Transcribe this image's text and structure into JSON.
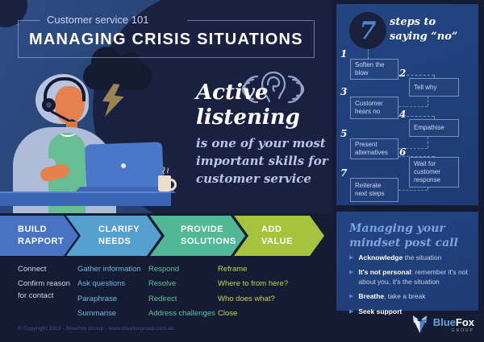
{
  "header": {
    "kicker": "Customer service 101",
    "title": "MANAGING CRISIS SITUATIONS"
  },
  "hero": {
    "headline_line1": "Active",
    "headline_line2": "listening",
    "subline1": "is one of your most",
    "subline2": "important skills for",
    "subline3": "customer service"
  },
  "steps_panel": {
    "big_number": "7",
    "heading_line1": "steps to",
    "heading_line2": "saying “no”",
    "steps": [
      {
        "num": "1",
        "label": "Soften the blow"
      },
      {
        "num": "2",
        "label": "Tell why"
      },
      {
        "num": "3",
        "label": "Customer hears no"
      },
      {
        "num": "4",
        "label": "Empathise"
      },
      {
        "num": "5",
        "label": "Present alternatives"
      },
      {
        "num": "6",
        "label": "Wait for customer response"
      },
      {
        "num": "7",
        "label": "Reiterate next steps"
      }
    ]
  },
  "process": {
    "stages": [
      {
        "label_line1": "BUILD",
        "label_line2": "RAPPORT",
        "color": "#4a72c3",
        "items": [
          "Connect",
          "Confirm reason for contact"
        ]
      },
      {
        "label_line1": "CLARIFY",
        "label_line2": "NEEDS",
        "color": "#55a0cf",
        "items": [
          "Gather information",
          "Ask questions",
          "Paraphrase",
          "Summarise"
        ]
      },
      {
        "label_line1": "PROVIDE",
        "label_line2": "SOLUTIONS",
        "color": "#52b795",
        "items": [
          "Respond",
          "Resolve",
          "Redirect",
          "Address challenges"
        ]
      },
      {
        "label_line1": "ADD",
        "label_line2": "VALUE",
        "color": "#a6c33e",
        "items": [
          "Reframe",
          "Where to from here?",
          "Who does what?",
          "Close"
        ]
      }
    ]
  },
  "mindset": {
    "title_line1": "Managing your",
    "title_line2": "mindset post call",
    "bullets": [
      {
        "bold": "Acknowledge",
        "rest": " the situation"
      },
      {
        "bold": "It's not personal",
        "rest": ": remember it's not about you, it's the situation"
      },
      {
        "bold": "Breathe",
        "rest": ", take a break"
      },
      {
        "bold": "Seek support",
        "rest": ""
      }
    ]
  },
  "footer": {
    "copyright": "© Copyright 2021 - BlueFox Group - www.bluefoxgroup.com.au",
    "logo": {
      "blue": "Blue",
      "fox": "Fox",
      "group": "GROUP"
    }
  },
  "colors": {
    "background": "#151b33",
    "hero_blue": "#2a4677",
    "panel_blue": "#1f4080",
    "accent_blue_numeral": "#4f83d8"
  }
}
